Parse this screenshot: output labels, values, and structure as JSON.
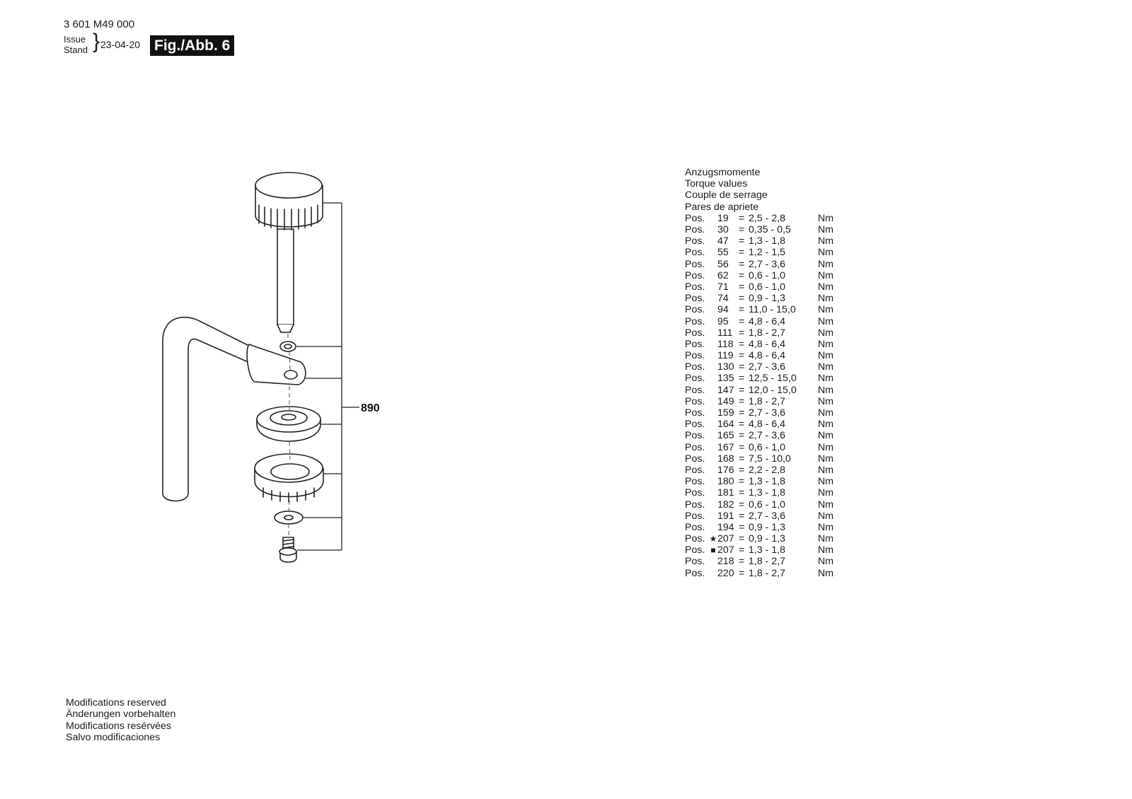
{
  "header": {
    "code": "3 601 M49 000",
    "issue_label": "Issue",
    "stand_label": "Stand",
    "date": "23-04-20",
    "figure": "Fig./Abb. 6"
  },
  "diagram": {
    "assembly_label": "890"
  },
  "torque": {
    "titles": [
      "Anzugsmomente",
      "Torque values",
      "Couple de serrage",
      "Pares de apriete"
    ],
    "rows": [
      {
        "pos": "Pos.",
        "mark": "",
        "num": "19",
        "eq": "=",
        "value": "2,5 - 2,8",
        "unit": "Nm"
      },
      {
        "pos": "Pos.",
        "mark": "",
        "num": "30",
        "eq": "=",
        "value": "0,35 - 0,5",
        "unit": "Nm"
      },
      {
        "pos": "Pos.",
        "mark": "",
        "num": "47",
        "eq": "=",
        "value": "1,3 - 1,8",
        "unit": "Nm"
      },
      {
        "pos": "Pos.",
        "mark": "",
        "num": "55",
        "eq": "=",
        "value": "1,2 - 1,5",
        "unit": "Nm"
      },
      {
        "pos": "Pos.",
        "mark": "",
        "num": "56",
        "eq": "=",
        "value": "2,7 - 3,6",
        "unit": "Nm"
      },
      {
        "pos": "Pos.",
        "mark": "",
        "num": "62",
        "eq": "=",
        "value": "0,6 - 1,0",
        "unit": "Nm"
      },
      {
        "pos": "Pos.",
        "mark": "",
        "num": "71",
        "eq": "=",
        "value": "0,6 - 1,0",
        "unit": "Nm"
      },
      {
        "pos": "Pos.",
        "mark": "",
        "num": "74",
        "eq": "=",
        "value": "0,9 - 1,3",
        "unit": "Nm"
      },
      {
        "pos": "Pos.",
        "mark": "",
        "num": "94",
        "eq": "=",
        "value": "11,0 - 15,0",
        "unit": "Nm"
      },
      {
        "pos": "Pos.",
        "mark": "",
        "num": "95",
        "eq": "=",
        "value": "4,8 - 6,4",
        "unit": "Nm"
      },
      {
        "pos": "Pos.",
        "mark": "",
        "num": "111",
        "eq": "=",
        "value": "1,8 - 2,7",
        "unit": "Nm"
      },
      {
        "pos": "Pos.",
        "mark": "",
        "num": "118",
        "eq": "=",
        "value": "4,8 - 6,4",
        "unit": "Nm"
      },
      {
        "pos": "Pos.",
        "mark": "",
        "num": "119",
        "eq": "=",
        "value": "4,8 - 6,4",
        "unit": "Nm"
      },
      {
        "pos": "Pos.",
        "mark": "",
        "num": "130",
        "eq": "=",
        "value": "2,7 - 3,6",
        "unit": "Nm"
      },
      {
        "pos": "Pos.",
        "mark": "",
        "num": "135",
        "eq": "=",
        "value": "12,5 - 15,0",
        "unit": "Nm"
      },
      {
        "pos": "Pos.",
        "mark": "",
        "num": "147",
        "eq": "=",
        "value": "12,0 - 15,0",
        "unit": "Nm"
      },
      {
        "pos": "Pos.",
        "mark": "",
        "num": "149",
        "eq": "=",
        "value": "1,8 - 2,7",
        "unit": "Nm"
      },
      {
        "pos": "Pos.",
        "mark": "",
        "num": "159",
        "eq": "=",
        "value": "2,7 - 3,6",
        "unit": "Nm"
      },
      {
        "pos": "Pos.",
        "mark": "",
        "num": "164",
        "eq": "=",
        "value": "4,8 - 6,4",
        "unit": "Nm"
      },
      {
        "pos": "Pos.",
        "mark": "",
        "num": "165",
        "eq": "=",
        "value": "2,7 - 3,6",
        "unit": "Nm"
      },
      {
        "pos": "Pos.",
        "mark": "",
        "num": "167",
        "eq": "=",
        "value": "0,6 - 1,0",
        "unit": "Nm"
      },
      {
        "pos": "Pos.",
        "mark": "",
        "num": "168",
        "eq": "=",
        "value": "7,5 - 10,0",
        "unit": "Nm"
      },
      {
        "pos": "Pos.",
        "mark": "",
        "num": "176",
        "eq": "=",
        "value": "2,2 - 2,8",
        "unit": "Nm"
      },
      {
        "pos": "Pos.",
        "mark": "",
        "num": "180",
        "eq": "=",
        "value": "1,3 - 1,8",
        "unit": "Nm"
      },
      {
        "pos": "Pos.",
        "mark": "",
        "num": "181",
        "eq": "=",
        "value": "1,3 - 1,8",
        "unit": "Nm"
      },
      {
        "pos": "Pos.",
        "mark": "",
        "num": "182",
        "eq": "=",
        "value": "0,6 - 1,0",
        "unit": "Nm"
      },
      {
        "pos": "Pos.",
        "mark": "",
        "num": "191",
        "eq": "=",
        "value": "2,7 - 3,6",
        "unit": "Nm"
      },
      {
        "pos": "Pos.",
        "mark": "",
        "num": "194",
        "eq": "=",
        "value": "0,9 - 1,3",
        "unit": "Nm"
      },
      {
        "pos": "Pos.",
        "mark": "★",
        "num": "207",
        "eq": "=",
        "value": "0,9 - 1,3",
        "unit": "Nm"
      },
      {
        "pos": "Pos.",
        "mark": "■",
        "num": "207",
        "eq": "=",
        "value": "1,3 - 1,8",
        "unit": "Nm"
      },
      {
        "pos": "Pos.",
        "mark": "",
        "num": "218",
        "eq": "=",
        "value": "1,8 - 2,7",
        "unit": "Nm"
      },
      {
        "pos": "Pos.",
        "mark": "",
        "num": "220",
        "eq": "=",
        "value": "1,8 - 2,7",
        "unit": "Nm"
      }
    ]
  },
  "footer": {
    "lines": [
      "Modifications reserved",
      "Änderungen vorbehalten",
      "Modifications resérvées",
      "Salvo modificaciones"
    ]
  }
}
